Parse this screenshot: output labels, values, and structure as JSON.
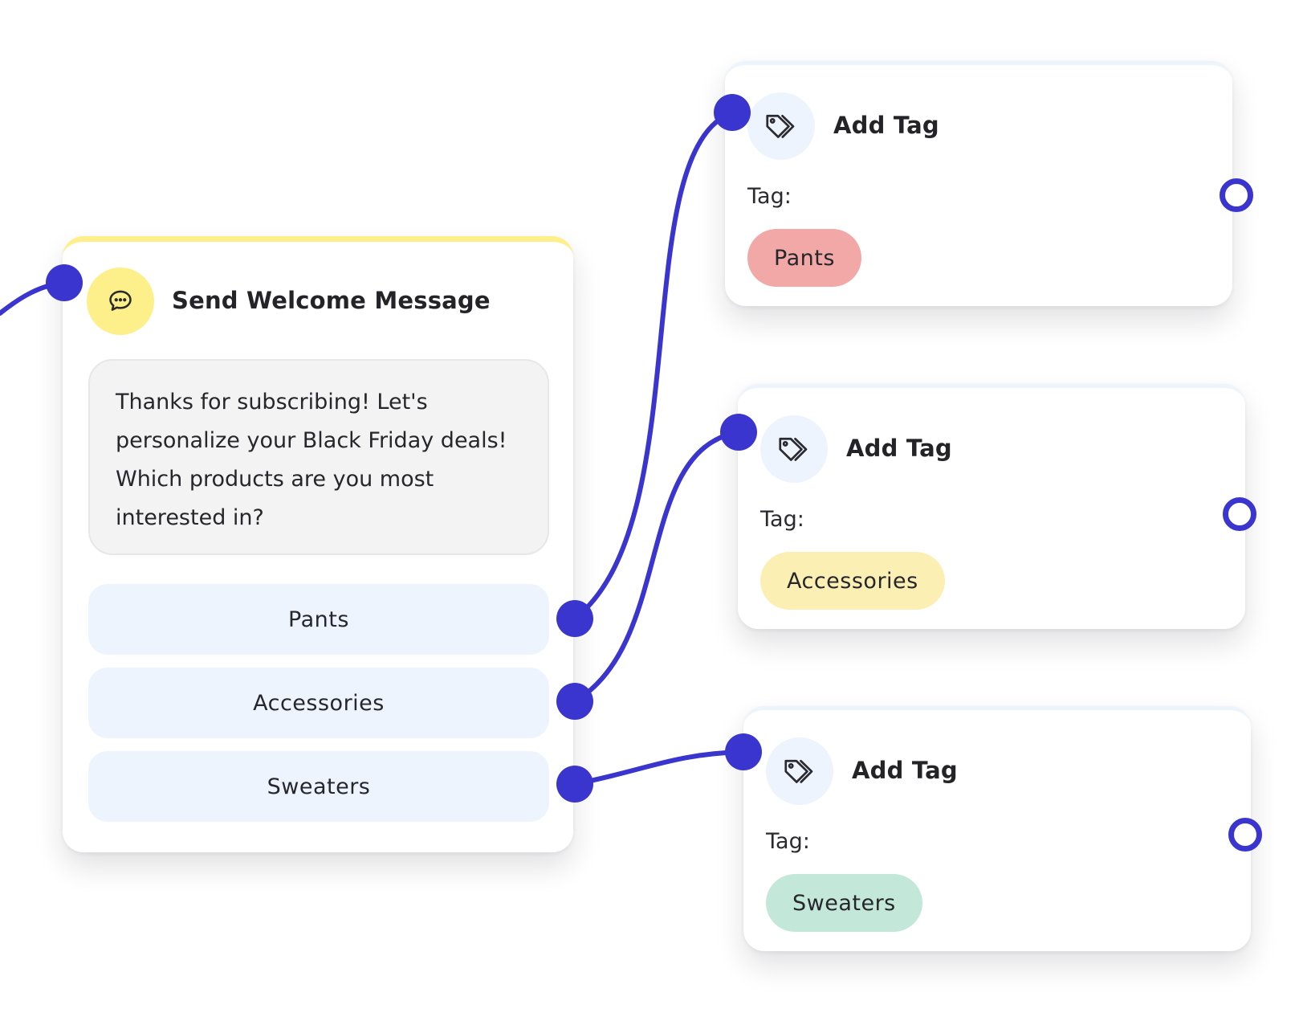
{
  "colors": {
    "connector": "#3b35cf",
    "message_accent": "#fdef8a",
    "choice_background": "#edf4fd",
    "tag_pants": "#f1a8a6",
    "tag_accessories": "#fcefb4",
    "tag_sweaters": "#c3e8d9"
  },
  "message_node": {
    "icon": "chat-bubble-icon",
    "title": "Send Welcome Message",
    "message": "Thanks for subscribing! Let's personalize your Black Friday deals! Which products are you most interested in?",
    "choices": [
      {
        "label": "Pants"
      },
      {
        "label": "Accessories"
      },
      {
        "label": "Sweaters"
      }
    ]
  },
  "tag_nodes": [
    {
      "icon": "tag-icon",
      "title": "Add Tag",
      "tag_label": "Tag:",
      "tag_value": "Pants",
      "tag_color": "#f1a8a6"
    },
    {
      "icon": "tag-icon",
      "title": "Add Tag",
      "tag_label": "Tag:",
      "tag_value": "Accessories",
      "tag_color": "#fcefb4"
    },
    {
      "icon": "tag-icon",
      "title": "Add Tag",
      "tag_label": "Tag:",
      "tag_value": "Sweaters",
      "tag_color": "#c3e8d9"
    }
  ]
}
